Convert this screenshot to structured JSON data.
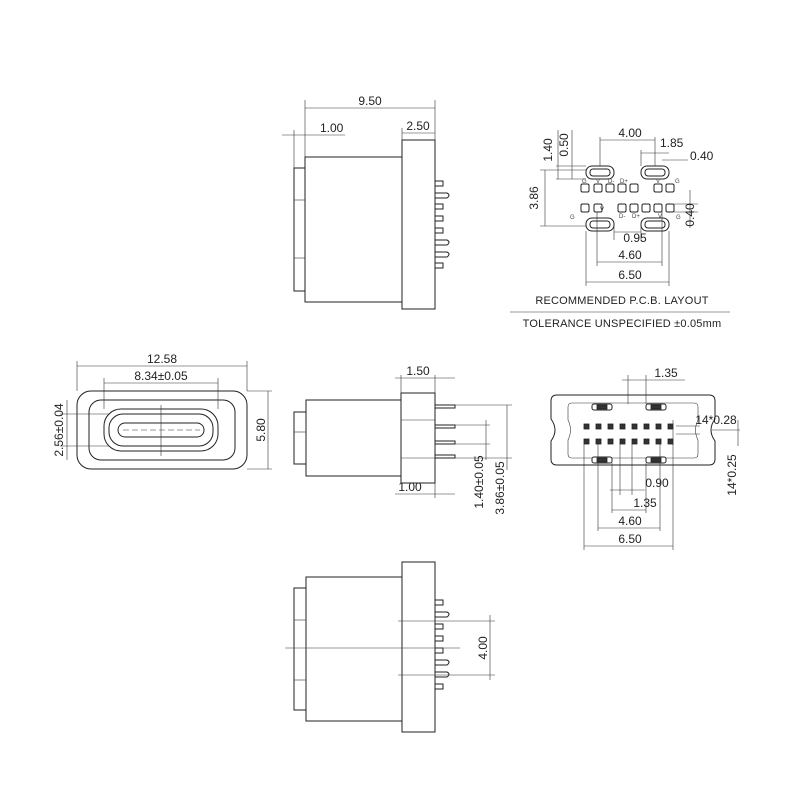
{
  "side_top": {
    "overall": "9.50",
    "flange": "1.00",
    "head": "2.50"
  },
  "pcb": {
    "d140": "1.40",
    "d050": "0.50",
    "d400": "4.00",
    "d185": "1.85",
    "d040a": "0.40",
    "d386": "3.86",
    "d040b": "0.40",
    "d095": "0.95",
    "d460": "4.60",
    "d650": "6.50",
    "title": "RECOMMENDED  P.C.B. LAYOUT",
    "tolerance": "TOLERANCE UNSPECIFIED ±0.05mm",
    "row1_labels": [
      "G",
      "V",
      "D-",
      "D+",
      "V",
      "G"
    ],
    "row2_labels": [
      "G",
      "V",
      "D-",
      "D+",
      "V",
      "G"
    ]
  },
  "front": {
    "width": "12.58",
    "inner": "8.34±0.05",
    "height": "5.80",
    "opening": "2.56±0.04"
  },
  "side_mid": {
    "d150": "1.50",
    "d100": "1.00",
    "d140": "1.40±0.05",
    "d386": "3.86±0.05"
  },
  "bottom_view": {
    "d135a": "1.35",
    "pad": "14*0.28",
    "pitch": "14*0.25",
    "d090": "0.90",
    "d135b": "1.35",
    "d460": "4.60",
    "d650": "6.50"
  },
  "side_bot": {
    "d400": "4.00"
  }
}
